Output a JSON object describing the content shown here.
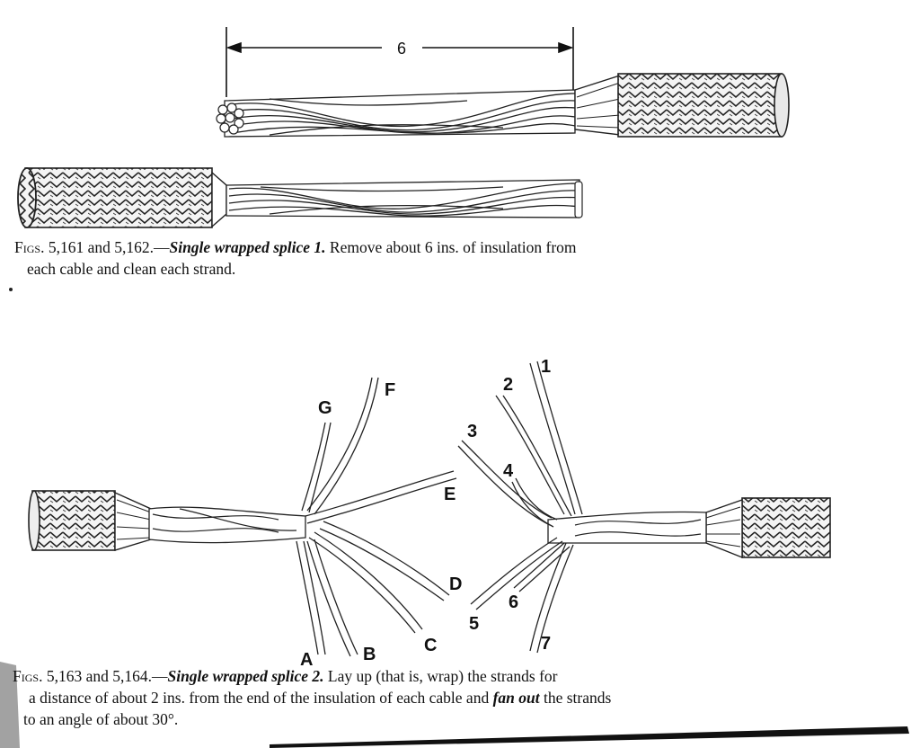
{
  "figure1": {
    "dimension_label": "6"
  },
  "caption1": {
    "figs": "Figs.",
    "numbers": " 5,161 and 5,162.—",
    "title": "Single wrapped splice 1.",
    "text_line1": "  Remove about 6 ins. of insulation from",
    "text_line2": "each cable and clean each strand."
  },
  "figure2": {
    "left_strand_labels": [
      "A",
      "B",
      "C",
      "D",
      "E",
      "F",
      "G"
    ],
    "right_strand_labels": [
      "1",
      "2",
      "3",
      "4",
      "5",
      "6",
      "7"
    ]
  },
  "caption2": {
    "figs": "Figs.",
    "numbers": " 5,163 and 5,164.—",
    "title": "Single wrapped splice 2.",
    "text_a": "  Lay up (that is, wrap) the strands for",
    "text_b": "a distance of about 2 ins. from the end of the insulation of each cable and ",
    "text_c": "fan out",
    "text_d": " the strands",
    "text_e": "to an angle of about 30°."
  }
}
